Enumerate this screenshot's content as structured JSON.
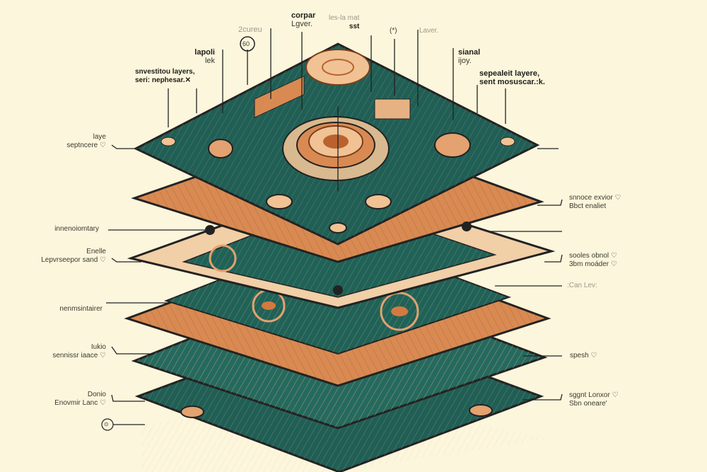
{
  "title": "PCB layer stack exploded view",
  "colors": {
    "background": "#fcf6dc",
    "teal": "#1f5f56",
    "copper": "#d98a52",
    "outline": "#2a2a24",
    "cream": "#f3d7b0"
  },
  "top_labels": [
    {
      "line1": "2cureu",
      "line2": ""
    },
    {
      "line1": "corpar",
      "line2": "Lgver."
    },
    {
      "line1": "les-la mat",
      "line2": "sst"
    },
    {
      "line1": "(*)",
      "line2": ""
    },
    {
      "line1": "Lаver.",
      "line2": ""
    },
    {
      "line1": "lapoli",
      "line2": "lek"
    },
    {
      "line1": "sianal",
      "line2": "ijoy."
    },
    {
      "line1": "60",
      "line2": ""
    }
  ],
  "left_labels": [
    {
      "line1": "snvestitou layers,",
      "line2": "seri: nephesar.✕"
    },
    {
      "line1": "laye",
      "line2": "septncere ♡"
    },
    {
      "line1": "innenoiomtary",
      "line2": ""
    },
    {
      "line1": "Enelle",
      "line2": "Lepvrseepor sand ♡"
    },
    {
      "line1": "nenmsintairer",
      "line2": ""
    },
    {
      "line1": "Iukio",
      "line2": "sennissr iaace ♡"
    },
    {
      "line1": "Donio",
      "line2": "Enovmir Lanc ♡"
    },
    {
      "line1": "⊙",
      "line2": ""
    }
  ],
  "right_labels": [
    {
      "line1": "sepealeit layere,",
      "line2": "sent mosuscar.:k."
    },
    {
      "line1": "snnoce exvior ♡",
      "line2": "Bbct enaliet"
    },
    {
      "line1": "sooles obnol ♡",
      "line2": "3bm moáder ♡"
    },
    {
      "line1": ":Can Lev:",
      "line2": ""
    },
    {
      "line1": "spesh ♡",
      "line2": ""
    },
    {
      "line1": "sggnt Lonxor ♡",
      "line2": "Sbn oneare'"
    }
  ]
}
